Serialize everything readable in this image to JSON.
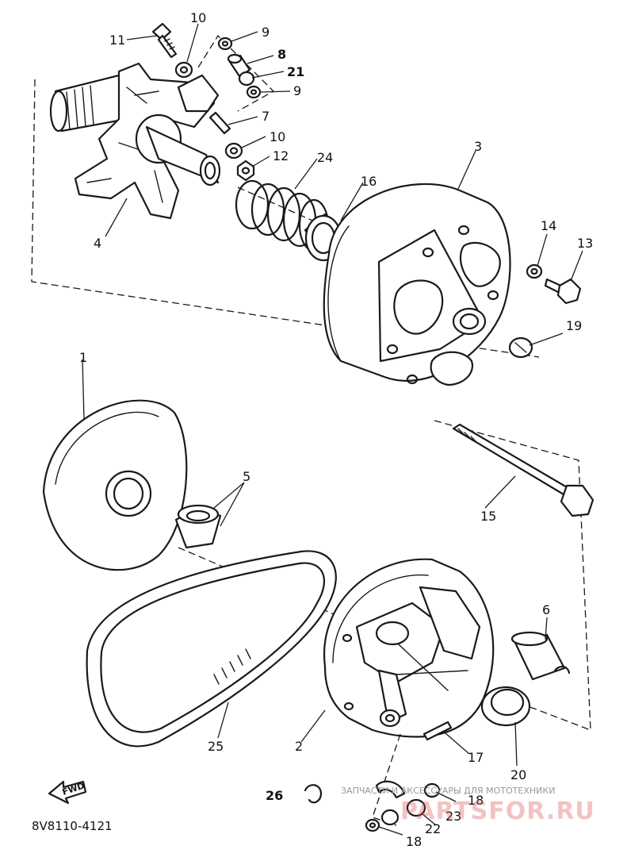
{
  "diagram_code": "8V8110-4121",
  "fwd_label": "FWD",
  "watermark": {
    "caption": "ЗАПЧАСТИ И АКСЕССУАРЫ ДЛЯ МОТОТЕХНИКИ",
    "brand": "PARTSFOR.RU"
  },
  "callouts": [
    {
      "id": "c11",
      "text": "11",
      "bold": false
    },
    {
      "id": "c10a",
      "text": "10",
      "bold": false
    },
    {
      "id": "c9a",
      "text": "9",
      "bold": false
    },
    {
      "id": "c8",
      "text": "8",
      "bold": true
    },
    {
      "id": "c21",
      "text": "21",
      "bold": true
    },
    {
      "id": "c9b",
      "text": "9",
      "bold": false
    },
    {
      "id": "c7",
      "text": "7",
      "bold": false
    },
    {
      "id": "c10b",
      "text": "10",
      "bold": false
    },
    {
      "id": "c12",
      "text": "12",
      "bold": false
    },
    {
      "id": "c24",
      "text": "24",
      "bold": false
    },
    {
      "id": "c16",
      "text": "16",
      "bold": false
    },
    {
      "id": "c3",
      "text": "3",
      "bold": false
    },
    {
      "id": "c4",
      "text": "4",
      "bold": false
    },
    {
      "id": "c14",
      "text": "14",
      "bold": false
    },
    {
      "id": "c13",
      "text": "13",
      "bold": false
    },
    {
      "id": "c19",
      "text": "19",
      "bold": false
    },
    {
      "id": "c1",
      "text": "1",
      "bold": false
    },
    {
      "id": "c5",
      "text": "5",
      "bold": false
    },
    {
      "id": "c15",
      "text": "15",
      "bold": false
    },
    {
      "id": "c6",
      "text": "6",
      "bold": false
    },
    {
      "id": "c2",
      "text": "2",
      "bold": false
    },
    {
      "id": "c25",
      "text": "25",
      "bold": false
    },
    {
      "id": "c17",
      "text": "17",
      "bold": false
    },
    {
      "id": "c20",
      "text": "20",
      "bold": false
    },
    {
      "id": "c26",
      "text": "26",
      "bold": true
    },
    {
      "id": "c18a",
      "text": "18",
      "bold": false
    },
    {
      "id": "c23",
      "text": "23",
      "bold": false
    },
    {
      "id": "c22",
      "text": "22",
      "bold": false
    },
    {
      "id": "c18b",
      "text": "18",
      "bold": false
    }
  ]
}
